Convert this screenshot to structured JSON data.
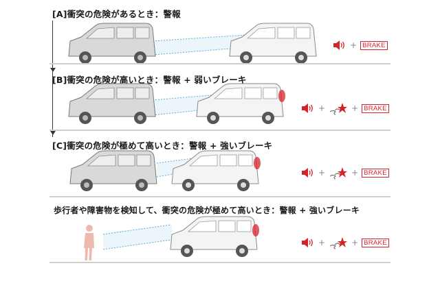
{
  "scenarios": [
    {
      "id": "A",
      "heading": "[A]衝突の危険があるとき：警報",
      "brake_label": "BRAKE"
    },
    {
      "id": "B",
      "heading": "[B]衝突の危険が高いとき：警報 + 弱いブレーキ",
      "brake_label": "BRAKE"
    },
    {
      "id": "C",
      "heading": "[C]衝突の危険が極めて高いとき：警報 + 強いブレーキ",
      "brake_label": "BRAKE"
    },
    {
      "id": "D",
      "heading": "歩行者や障害物を検知して、衝突の危険が極めて高いとき：警報 + 強いブレーキ",
      "brake_label": "BRAKE"
    }
  ],
  "plus_sign": "+",
  "icons": {
    "alarm": "speaker-sound-icon",
    "jolt": "brake-jolt-icon",
    "brake": "brake-lamp-icon"
  },
  "colors": {
    "accent_red": "#d4242b",
    "car_grey": "#d9d9d9",
    "car_light": "#f2f2f2",
    "sensor_blue": "#5aaed6",
    "pedestrian": "#f0b9ae"
  }
}
